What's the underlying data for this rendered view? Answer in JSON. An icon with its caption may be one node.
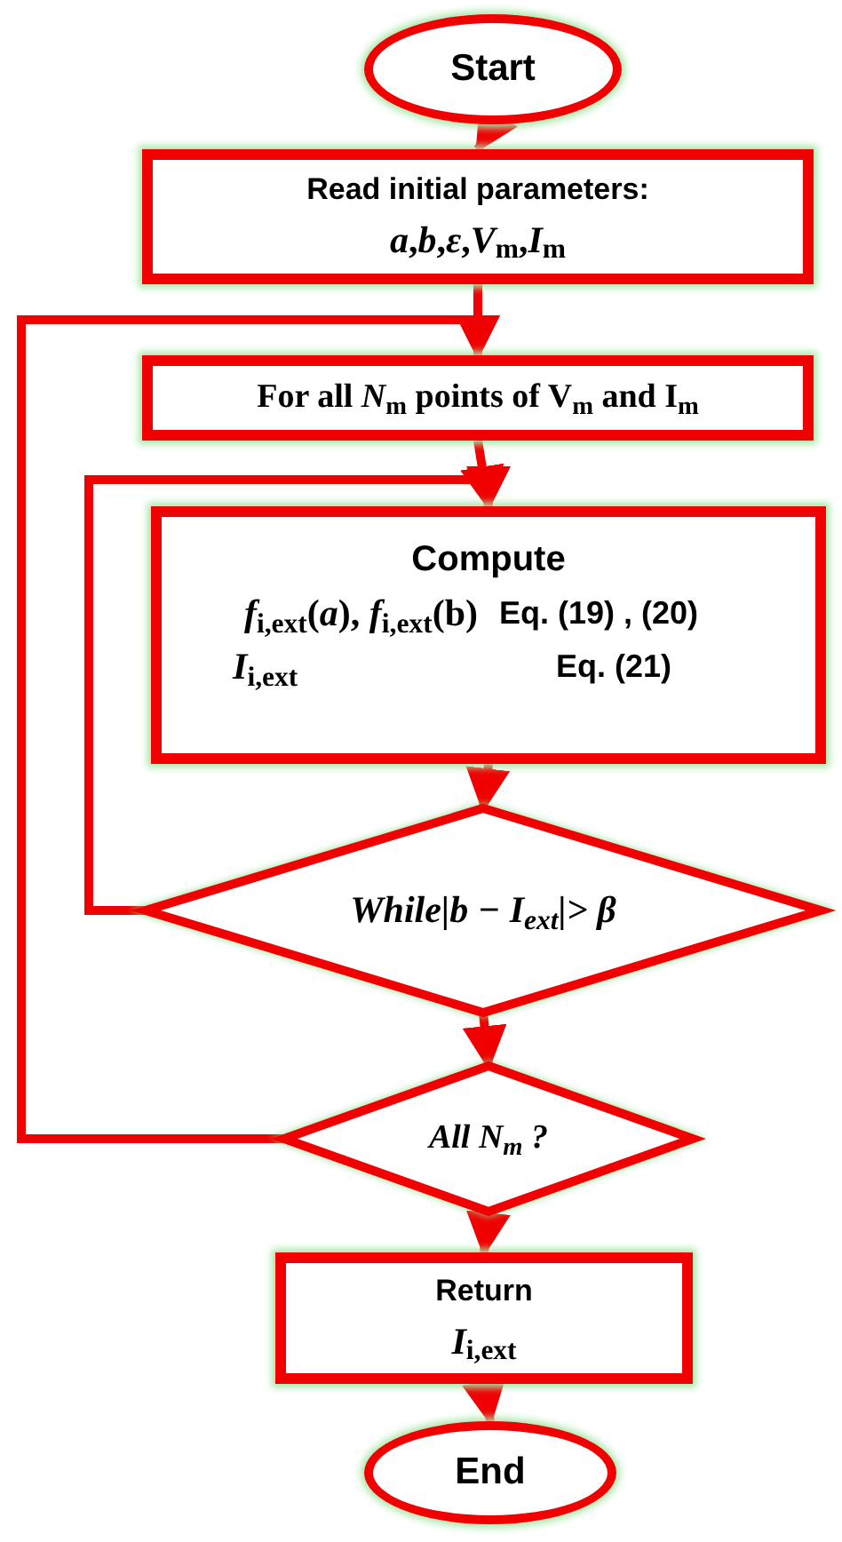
{
  "diagram": {
    "nodes": [
      {
        "text": [
          "Start"
        ]
      },
      {
        "text": [
          "Read initial parameters:",
          "*a*,*b*,*ε*,*V*$_{m}$,*I*$_{m}$"
        ]
      },
      {
        "text": [
          "For all *N*$_{m}$ points of V$_{m}$ and I$_{m}$"
        ]
      },
      {
        "text": [
          "Compute",
          "*f*$_{i,ext}$(*a*), *f*$_{i,ext}$(b)",
          "Eq. (19) , (20)",
          "*I*$_{i,ext}$",
          "Eq. (21)"
        ]
      },
      {
        "text": [
          "*While*|*b* − *I*$_{ext}$|> *β*"
        ]
      },
      {
        "text": [
          "*All N*$_{m}$ ?"
        ]
      },
      {
        "text": [
          "Return",
          "*I*$_{i,ext}$"
        ]
      },
      {
        "text": [
          "End"
        ]
      }
    ],
    "edges": [
      {
        "from": 0,
        "to": 1,
        "arrow": "to"
      },
      {
        "from": 1,
        "to": 2,
        "arrow": "to"
      },
      {
        "from": 2,
        "to": 3,
        "arrow": "to"
      },
      {
        "from": 3,
        "to": 4,
        "arrow": "to"
      },
      {
        "from": 4,
        "to": 3,
        "arrow": "to"
      },
      {
        "from": 4,
        "to": 5,
        "arrow": "to"
      },
      {
        "from": 5,
        "to": 2,
        "arrow": "to"
      },
      {
        "from": 5,
        "to": 6,
        "arrow": "to"
      },
      {
        "from": 6,
        "to": 7,
        "arrow": "to"
      }
    ]
  }
}
